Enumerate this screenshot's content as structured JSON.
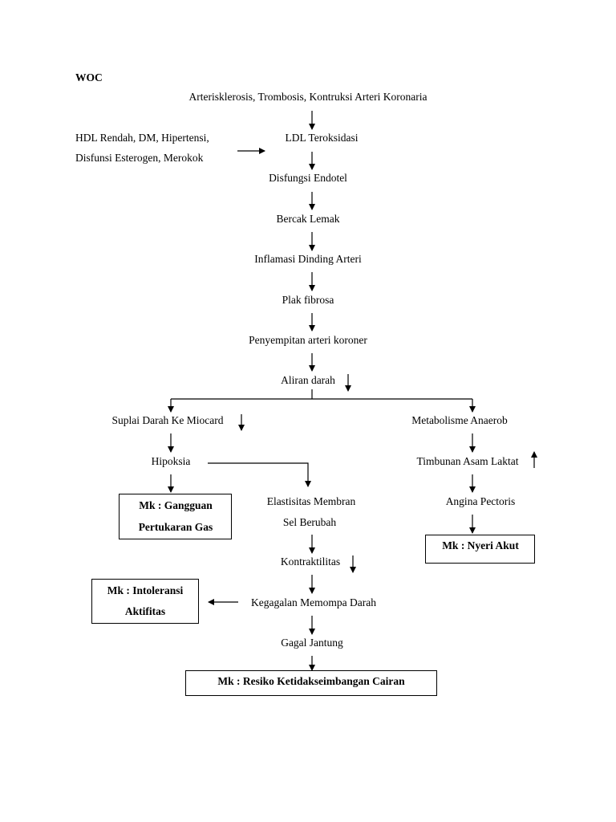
{
  "title": "WOC",
  "nodes": {
    "causes": "Arterisklerosis, Trombosis, Kontruksi Arteri Koronaria",
    "risk_line1": "HDL Rendah, DM, Hipertensi,",
    "risk_line2": "Disfunsi Esterogen, Merokok",
    "ldl": "LDL Teroksidasi",
    "disfungsi": "Disfungsi Endotel",
    "bercak": "Bercak Lemak",
    "inflamasi": "Inflamasi Dinding Arteri",
    "plak": "Plak fibrosa",
    "penyempitan": "Penyempitan arteri koroner",
    "aliran": "Aliran darah",
    "suplai": "Suplai Darah Ke Miocard",
    "metabolisme": "Metabolisme Anaerob",
    "hipoksia": "Hipoksia",
    "timbunan": "Timbunan Asam Laktat",
    "elastisitas_line1": "Elastisitas Membran",
    "elastisitas_line2": "Sel Berubah",
    "angina": "Angina Pectoris",
    "kontraktilitas": "Kontraktilitas",
    "kegagalan": "Kegagalan Memompa Darah",
    "gagal": "Gagal Jantung"
  },
  "problems": {
    "gangguan_line1": "Mk : Gangguan",
    "gangguan_line2": "Pertukaran Gas",
    "nyeri": "Mk : Nyeri Akut",
    "intoleransi_line1": "Mk : Intoleransi",
    "intoleransi_line2": "Aktifitas",
    "resiko": "Mk : Resiko Ketidakseimbangan Cairan"
  }
}
